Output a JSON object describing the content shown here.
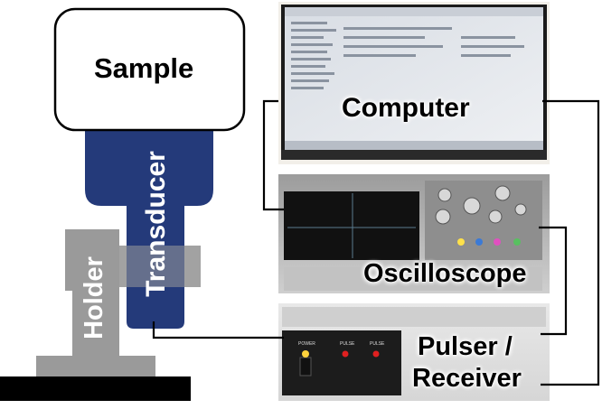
{
  "labels": {
    "sample": "Sample",
    "transducer": "Transducer",
    "holder": "Holder",
    "computer": "Computer",
    "oscilloscope": "Oscilloscope",
    "pulser_line1": "Pulser /",
    "pulser_line2": "Receiver"
  },
  "pulser_panel": {
    "front_labels": [
      "POWER",
      "PULSE",
      "PULSE"
    ]
  },
  "colors": {
    "transducer": "#243a7a",
    "holder": "#9a9a9a",
    "base": "#000000",
    "wire": "#000000",
    "led_on": "#ffd23c",
    "led_red": "#e02020"
  }
}
